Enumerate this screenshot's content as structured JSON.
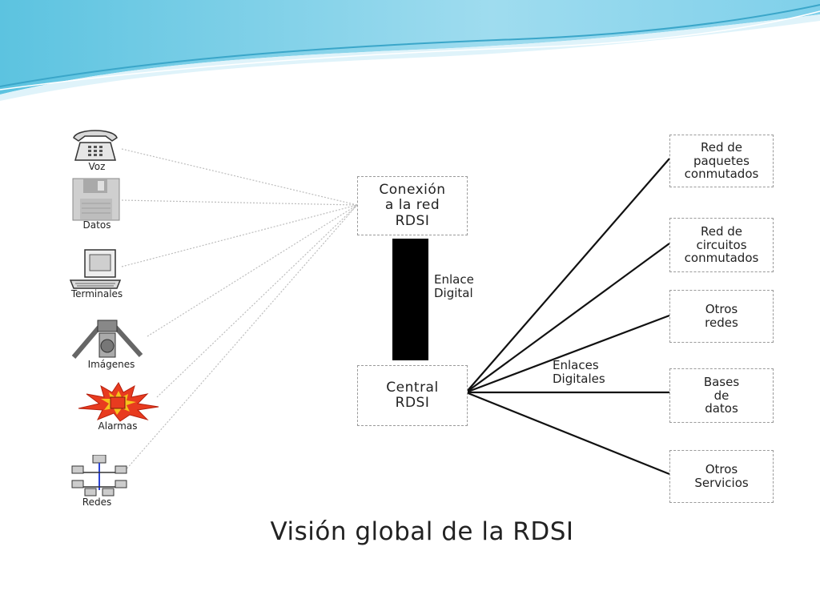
{
  "title": "Visión global de la RDSI",
  "devices": [
    {
      "label": "Voz",
      "icon": "telephone-icon"
    },
    {
      "label": "Datos",
      "icon": "floppy-disk-icon"
    },
    {
      "label": "Terminales",
      "icon": "computer-terminal-icon"
    },
    {
      "label": "Imágenes",
      "icon": "camera-icon"
    },
    {
      "label": "Alarmas",
      "icon": "alarm-burst-icon"
    },
    {
      "label": "Redes",
      "icon": "network-icon"
    }
  ],
  "center": {
    "connection": "Conexión\na la red\nRDSI",
    "link": "Enlace\nDigital",
    "central": "Central\nRDSI",
    "digital_links": "Enlaces\nDigitales"
  },
  "services": [
    "Red de\npaquetes\nconmutados",
    "Red de\ncircuitos\nconmutados",
    "Otros\nredes",
    "Bases\nde\ndatos",
    "Otros\nServicios"
  ],
  "colors": {
    "header_wave": "#4fb8d8",
    "header_wave_light": "#cdeaf5",
    "bar": "#000000",
    "connector": "#bdbdbd"
  }
}
